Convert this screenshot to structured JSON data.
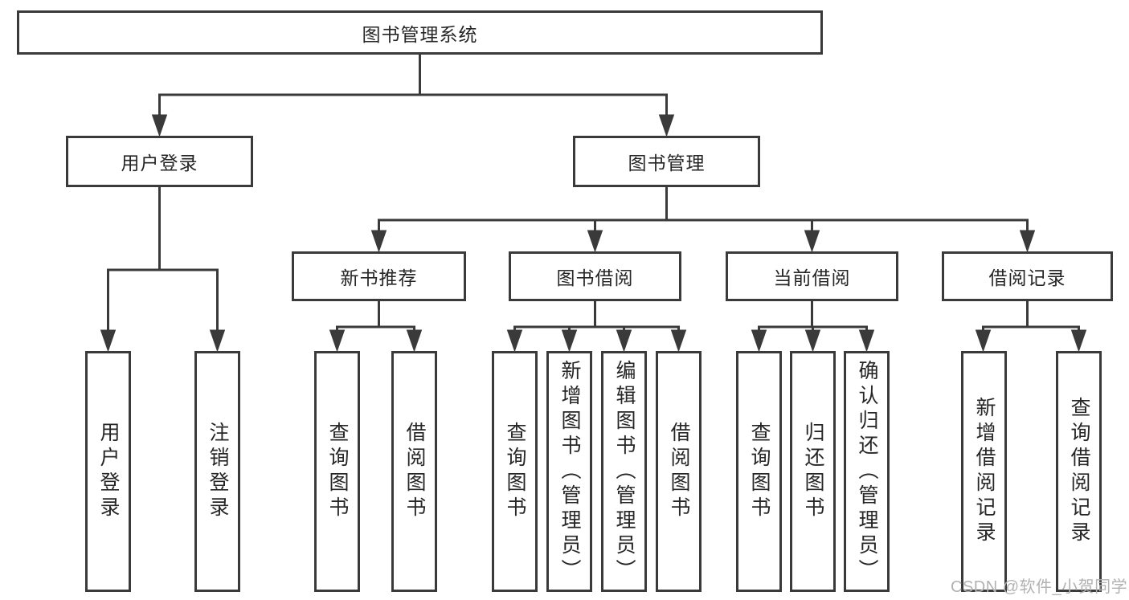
{
  "tree": {
    "root": {
      "label": "图书管理系统",
      "children": [
        {
          "label": "用户登录",
          "children": [
            {
              "label": "用户登录"
            },
            {
              "label": "注销登录"
            }
          ]
        },
        {
          "label": "图书管理",
          "children": [
            {
              "label": "新书推荐",
              "children": [
                {
                  "label": "查询图书"
                },
                {
                  "label": "借阅图书"
                }
              ]
            },
            {
              "label": "图书借阅",
              "children": [
                {
                  "label": "查询图书"
                },
                {
                  "label": "新增图书（管理员）"
                },
                {
                  "label": "编辑图书（管理员）"
                },
                {
                  "label": "借阅图书"
                }
              ]
            },
            {
              "label": "当前借阅",
              "children": [
                {
                  "label": "查询图书"
                },
                {
                  "label": "归还图书"
                },
                {
                  "label": "确认归还（管理员）"
                }
              ]
            },
            {
              "label": "借阅记录",
              "children": [
                {
                  "label": "新增借阅记录"
                },
                {
                  "label": "查询借阅记录"
                }
              ]
            }
          ]
        }
      ]
    }
  },
  "watermark": {
    "text": "CSDN @软件_小贺同学"
  },
  "colors": {
    "border": "#3a3a3a",
    "text": "#262626",
    "watermark": "#b2b2b2",
    "background": "#ffffff"
  }
}
